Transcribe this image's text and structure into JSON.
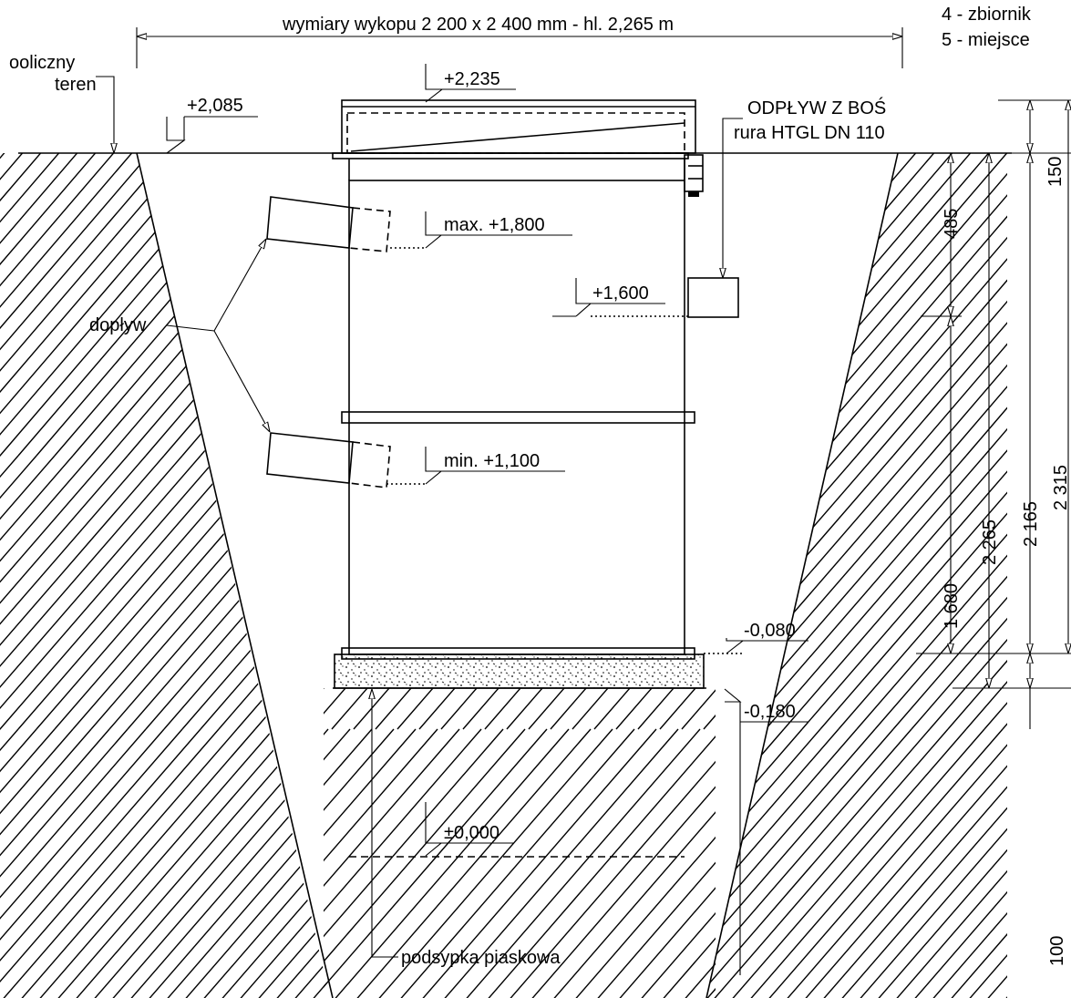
{
  "legend_lines": [
    "4 - zbiornik",
    "5 - miejsce"
  ],
  "excavation_dims": "wymiary wykopu 2 200 x 2 400 mm - hl. 2,265 m",
  "ground_label": [
    "ooliczny",
    "teren"
  ],
  "outlet_label": [
    "ODPŁYW Z BOŚ",
    "rura HTGL DN 110"
  ],
  "inflow_label": "dopływ",
  "sand_label": "podsypka piaskowa",
  "levels": {
    "lid_top": "+2,235",
    "ground": "+2,085",
    "max": "max. +1,800",
    "outlet": "+1,600",
    "min": "min. +1,100",
    "zero": "±0,000",
    "bottom": "-0,080",
    "sand_bottom": "-0,180"
  },
  "dimensions": {
    "d150": "150",
    "d485": "485",
    "d1680": "1 680",
    "d2265": "2 265",
    "d2165": "2 165",
    "d2315": "2 315",
    "d100": "100"
  }
}
